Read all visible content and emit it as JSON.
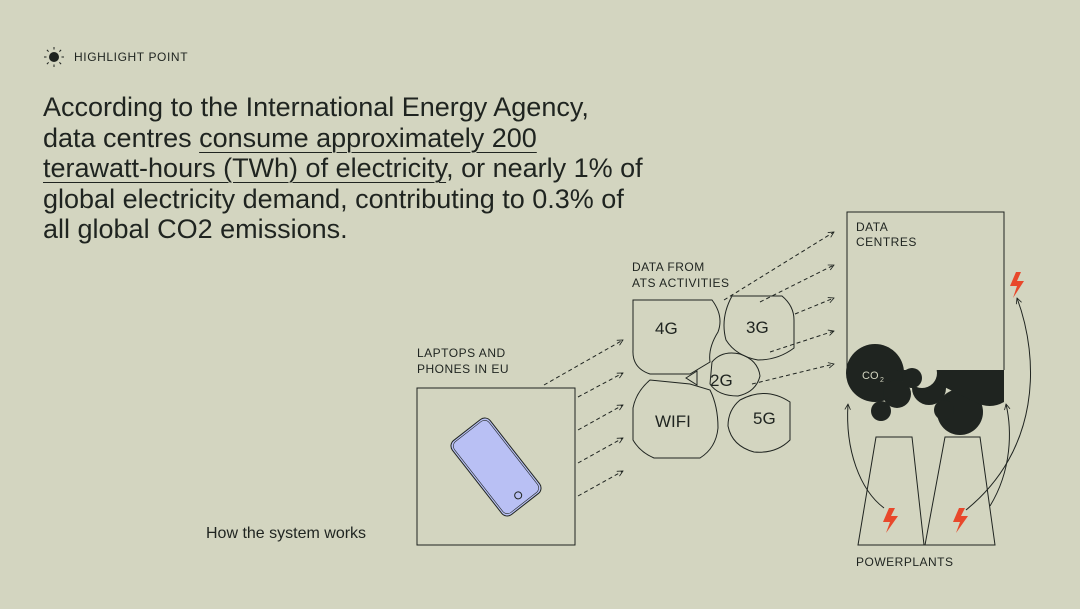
{
  "eyebrow": {
    "label": "HIGHLIGHT POINT",
    "icon": "sun-dot-icon"
  },
  "quote": {
    "before": "According to the International Energy Agency, data centres ",
    "highlight": "consume approximately 200 terawatt-hours (TWh) of electricity",
    "after": ", or nearly 1% of global electricity demand, contributing to 0.3% of all global CO2 emissions."
  },
  "caption": "How the system works",
  "diagram": {
    "devices": {
      "label_line1": "LAPTOPS AND",
      "label_line2": "PHONES IN EU"
    },
    "networks": {
      "label_line1": "DATA FROM",
      "label_line2": "ATS ACTIVITIES",
      "items": [
        "4G",
        "3G",
        "2G",
        "WIFI",
        "5G"
      ]
    },
    "datacentres": {
      "label_line1": "DATA",
      "label_line2": "CENTRES",
      "co2_main": "CO",
      "co2_sub": "2"
    },
    "powerplants": {
      "label": "POWERPLANTS"
    }
  },
  "colors": {
    "background": "#d3d5c0",
    "ink": "#1f2420",
    "phone_screen": "#b9c0f4",
    "lightning": "#e8482b"
  }
}
